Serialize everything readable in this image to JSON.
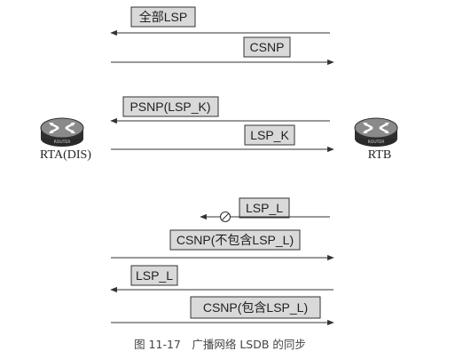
{
  "colors": {
    "line": "#333333",
    "box_fill": "#d9d9d9",
    "box_stroke": "#333333",
    "router_body": "#2f2f2f",
    "router_top": "#8a8a8a"
  },
  "routers": {
    "left": {
      "name": "RTA(DIS)",
      "badge": "ROUTER",
      "icon": "router-icon"
    },
    "right": {
      "name": "RTB",
      "badge": "ROUTER",
      "icon": "router-icon"
    }
  },
  "messages": [
    {
      "label": "全部LSP",
      "direction": "left",
      "lost": false
    },
    {
      "label": "CSNP",
      "direction": "right",
      "lost": false
    },
    {
      "label": "PSNP(LSP_K)",
      "direction": "left",
      "lost": false
    },
    {
      "label": "LSP_K",
      "direction": "right",
      "lost": false
    },
    {
      "label": "LSP_L",
      "direction": "left",
      "lost": true
    },
    {
      "label": "CSNP(不包含LSP_L)",
      "direction": "right",
      "lost": false
    },
    {
      "label": "LSP_L",
      "direction": "left",
      "lost": false
    },
    {
      "label": "CSNP(包含LSP_L)",
      "direction": "right",
      "lost": false
    }
  ],
  "caption": "图 11-17　广播网络 LSDB 的同步"
}
